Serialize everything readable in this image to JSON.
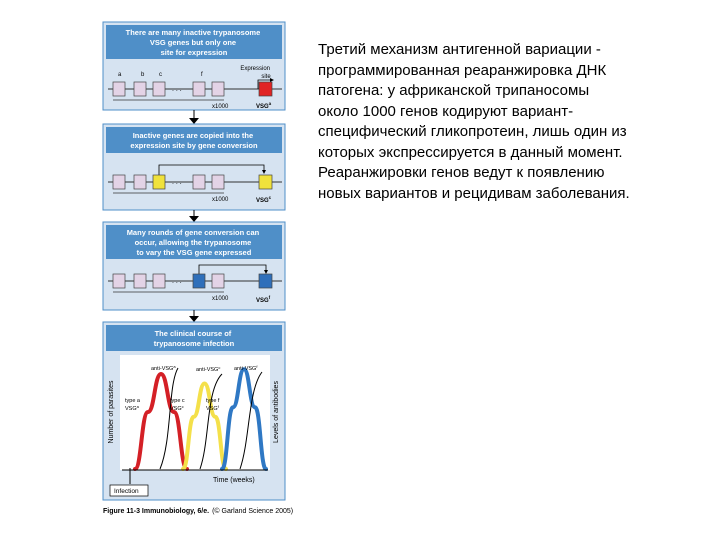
{
  "figure": {
    "panel1": {
      "header_lines": [
        "There are many inactive trypanosome",
        "VSG genes but only one",
        "site for expression"
      ],
      "gene_labels": [
        "a",
        "b",
        "c",
        "f"
      ],
      "expression_label_lines": [
        "Expression",
        "site"
      ],
      "multiplier": "x1000",
      "vsg_label": "VSG",
      "vsg_sup": "a"
    },
    "panel2": {
      "header_lines": [
        "Inactive genes are copied into the",
        "expression site by gene conversion"
      ],
      "multiplier": "x1000",
      "vsg_label": "VSG",
      "vsg_sup": "c"
    },
    "panel3": {
      "header_lines": [
        "Many rounds of gene conversion can",
        "occur, allowing the trypanosome",
        "to vary the VSG gene expressed"
      ],
      "multiplier": "x1000",
      "vsg_label": "VSG",
      "vsg_sup": "f"
    },
    "panel4": {
      "header_lines": [
        "The clinical course of",
        "trypanosome infection"
      ],
      "y_left_label": "Number of parasites",
      "y_right_label": "Levels of antibodies",
      "x_label": "Time (weeks)",
      "infection_label": "Infection",
      "antibody_labels": [
        {
          "prefix": "anti-VSG",
          "sup": "a"
        },
        {
          "prefix": "anti-VSG",
          "sup": "c"
        },
        {
          "prefix": "anti-VSG",
          "sup": "f"
        }
      ],
      "type_labels": [
        {
          "line1": "type a",
          "line2": "VSG",
          "sup": "a"
        },
        {
          "line1": "type c",
          "line2": "VSG",
          "sup": "c"
        },
        {
          "line1": "type f",
          "line2": "VSG",
          "sup": "f"
        }
      ],
      "chart_data": {
        "type": "line",
        "series": [
          {
            "values": [
              0,
              0.6,
              1,
              0.6,
              0
            ]
          },
          {
            "values": [
              0,
              0.55,
              0.9,
              0.55,
              0
            ]
          },
          {
            "values": [
              0,
              0.65,
              1.05,
              0.65,
              0
            ]
          }
        ]
      }
    },
    "caption": {
      "bold": "Figure 11-3 Immunobiology, 6/e.",
      "rest": "(© Garland Science 2005)"
    },
    "colors": {
      "header_bg": "#4f8fc8",
      "panel_bg": "#d6e3f1",
      "gene_box": "#e3d3e6",
      "vsg_a": "#e02424",
      "vsg_c": "#f0e23c",
      "vsg_f": "#2f6fba",
      "curve_red": "#d42026",
      "curve_yellow": "#f4e04a",
      "curve_blue": "#2f78c4"
    }
  },
  "russian": {
    "lines": [
      "Третий механизм антигенной вариации -",
      "программированная реаранжировка ДНК",
      "патогена: у африканской трипаносомы",
      "около 1000 генов кодируют вариант-",
      "специфический гликопротеин, лишь один из",
      "которых экспрессируется в данный момент.",
      "Реаранжировки генов ведут к появлению",
      "новых вариантов и рецидивам заболевания."
    ]
  }
}
